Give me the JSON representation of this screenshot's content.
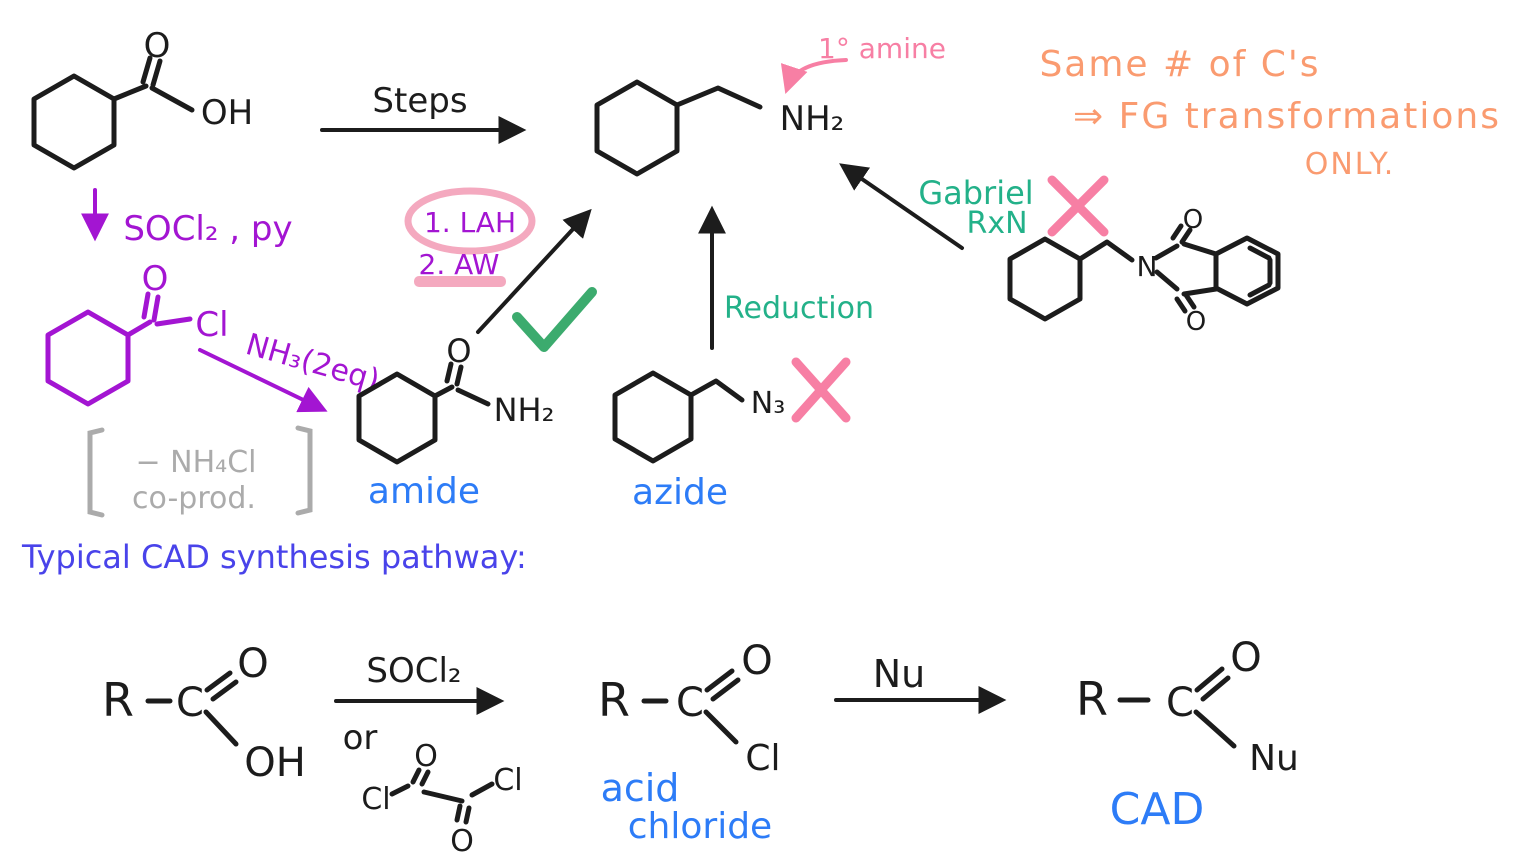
{
  "colors": {
    "ink": "#1c1c1c",
    "purple": "#a315d2",
    "pink": "#f77fa4",
    "pink_light": "#f4a9bf",
    "orange": "#fa9b70",
    "teal": "#23b189",
    "green_check": "#3cab6e",
    "blue": "#2d7cf7",
    "indigo": "#4943ea",
    "gray": "#ababab"
  },
  "top": {
    "acid": {
      "o": "O",
      "oh": "OH"
    },
    "steps_label": "Steps",
    "amine": {
      "nh2": "NH₂",
      "annotation": "1° amine"
    }
  },
  "note": {
    "line1": "Same # of C's",
    "line2": "⇒ FG transformations",
    "line3": "ONLY."
  },
  "left": {
    "reagent1": "SOCl₂ , py",
    "acyl": {
      "o": "O",
      "cl": "Cl"
    },
    "reagent2": "NH₃(2eq)",
    "coprod": {
      "line1": "− NH₄Cl",
      "line2": "co-prod."
    }
  },
  "amide_route": {
    "step1": "1. LAH",
    "step2": "2. AW",
    "o": "O",
    "nh2": "NH₂",
    "label": "amide"
  },
  "azide_route": {
    "arrow_label": "Reduction",
    "n3": "N₃",
    "label": "azide"
  },
  "gabriel": {
    "line1": "Gabriel",
    "line2": "RxN",
    "phthalimide": {
      "n": "N",
      "o_top": "O",
      "o_bottom": "O"
    }
  },
  "heading": "Typical CAD synthesis pathway:",
  "bottom": {
    "acid": {
      "r": "R",
      "c": "C",
      "o": "O",
      "oh": "OH"
    },
    "arrow1": {
      "top": "SOCl₂",
      "alt": "or"
    },
    "oxalyl": {
      "cl_left": "Cl",
      "o_left": "O",
      "o_right": "O",
      "cl_right": "Cl"
    },
    "acyl": {
      "r": "R",
      "c": "C",
      "o": "O",
      "cl": "Cl",
      "label_line1": "acid",
      "label_line2": "chloride"
    },
    "arrow2": {
      "top": "Nu"
    },
    "cad": {
      "r": "R",
      "c": "C",
      "o": "O",
      "nu": "Nu",
      "label": "CAD"
    }
  }
}
